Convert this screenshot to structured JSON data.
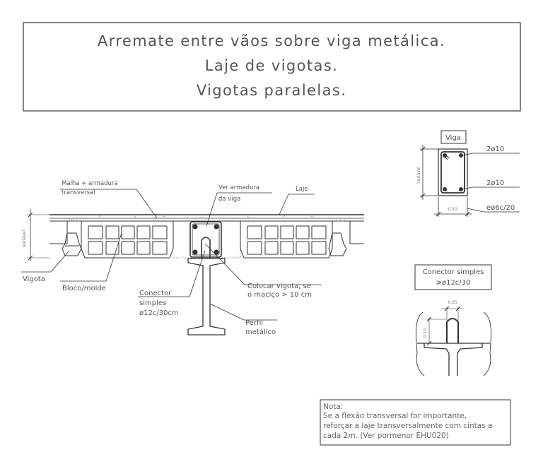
{
  "title": {
    "line1": "Arremate entre vãos sobre viga metálica.",
    "line2": "Laje de vigotas.",
    "line3": "Vigotas paralelas."
  },
  "main_section": {
    "labels": {
      "malha_line1": "Malha + armadura",
      "malha_line2": "transversal",
      "ver_armadura_line1": "Ver armadura",
      "ver_armadura_line2": "da viga",
      "laje": "Laje",
      "variavel": "Variável",
      "vigota": "Vigota",
      "bloco": "Bloco/molde",
      "conector_line1": "Conector",
      "conector_line2": "simples",
      "conector_line3": "ø12c/30cm",
      "colocar_line1": "Colocar vigota, se",
      "colocar_line2": "o maciço > 10 cm",
      "perfil_line1": "Perfil",
      "perfil_line2": "metálico"
    }
  },
  "viga_detail": {
    "title": "Viga",
    "top_bars": "2ø10",
    "bottom_bars": "2ø10",
    "stirrups": "eø6c/20",
    "width": "0.20",
    "height": "Variável"
  },
  "connector_detail": {
    "title_line1": "Conector simples",
    "title_line2": "≽ø12c/30",
    "dim_top": "0.05",
    "dim_side": "0.10"
  },
  "note": {
    "line1": "Nota:",
    "line2": "Se a flexão transversal for importante,",
    "line3": "reforçar a laje transversalmente com cintas a",
    "line4": "cada 2m. (Ver pormenor EHU020)"
  },
  "colors": {
    "line": "#333333",
    "text": "#555555",
    "hatch": "#aaaaaa"
  }
}
